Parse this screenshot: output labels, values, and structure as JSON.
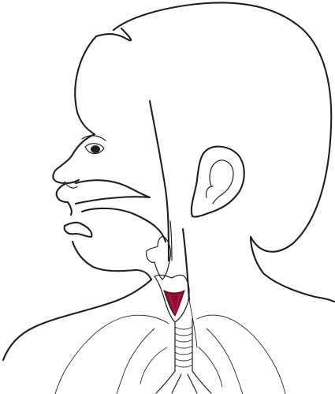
{
  "figure": {
    "subject": "infant-head-airway-illustration",
    "colors": {
      "line": "#1f1f1f",
      "background": "#ffffff",
      "highlight": "#8b1030",
      "highlight_inner": "#c2184b"
    },
    "parts": [
      "head",
      "ear",
      "eye",
      "nose",
      "mouth",
      "tongue",
      "palate",
      "epiglottis",
      "larynx",
      "vocal-cords",
      "trachea",
      "lungs"
    ]
  }
}
